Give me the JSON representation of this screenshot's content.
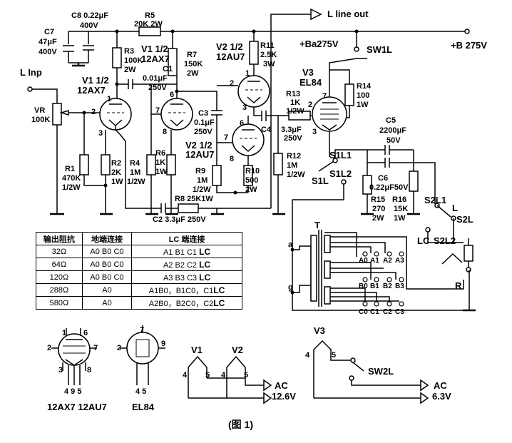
{
  "components": {
    "c7": [
      "C7",
      "47μF",
      "400V"
    ],
    "c8": [
      "C8",
      "0.22μF",
      "400V"
    ],
    "r5": [
      "R5",
      "20K 2W"
    ],
    "r3": [
      "R3",
      "100K",
      "2W"
    ],
    "v1a": [
      "V1 1/2",
      "12AX7"
    ],
    "v1b": [
      "V1 1/2",
      "12AX7"
    ],
    "r7": [
      "R7",
      "150K",
      "2W"
    ],
    "c1": [
      "C1",
      "0.01μF",
      "250V"
    ],
    "v2a": [
      "V2 1/2",
      "12AU7"
    ],
    "v2b": [
      "V2 1/2",
      "12AU7"
    ],
    "r11": [
      "R11",
      "2.5K",
      "3W"
    ],
    "v3": [
      "V3",
      "EL84"
    ],
    "r13": [
      "R13",
      "1K",
      "1/2W"
    ],
    "r14": [
      "R14",
      "100",
      "1W"
    ],
    "c3": [
      "C3",
      "0.1μF",
      "250V"
    ],
    "c4": [
      "C4",
      "3.3μF",
      "250V"
    ],
    "vr": [
      "VR",
      "100K"
    ],
    "r1": [
      "R1",
      "470K",
      "1/2W"
    ],
    "r2": [
      "R2",
      "2K",
      "1W"
    ],
    "r4": [
      "R4",
      "1M",
      "1/2W"
    ],
    "r6": [
      "R6",
      "1K",
      "1W"
    ],
    "r9": [
      "R9",
      "1M",
      "1/2W"
    ],
    "r10": [
      "R10",
      "500",
      "2W"
    ],
    "r12": [
      "R12",
      "1M",
      "1/2W"
    ],
    "r8": "R8 25K1W",
    "c2": "C2  3.3μF 250V",
    "c5": [
      "C5",
      "2200μF",
      "50V"
    ],
    "c6": [
      "C6",
      "0.22μF50V"
    ],
    "r15": [
      "R15",
      "270",
      "2W"
    ],
    "r16": [
      "R16",
      "15K",
      "1W"
    ]
  },
  "labels": {
    "l_line_out": "L  line out",
    "ba275": "+Ba275V",
    "b275": "+B 275V",
    "sw1l": "SW1L",
    "l_inp": "L  Inp",
    "s1l": "S1L",
    "s1l1": "S1L1",
    "s1l2": "S1L2",
    "s2l1": "S2L1",
    "s2l": "S2L",
    "s2l2": "S2L2",
    "lc": "LC",
    "l": "L",
    "r": "R",
    "t": "T",
    "a": "a",
    "g": "g",
    "taps_a": [
      "A0",
      "A1",
      "A2",
      "A3"
    ],
    "taps_b": [
      "B0",
      "B1",
      "B2",
      "B3"
    ],
    "taps_c": [
      "C0",
      "C1",
      "C2",
      "C3"
    ]
  },
  "pins": {
    "v1a": [
      "2",
      "1",
      "3"
    ],
    "v1b": [
      "7",
      "6",
      "8"
    ],
    "v2a": [
      "2",
      "1",
      "3"
    ],
    "v2b": [
      "7",
      "6",
      "8"
    ],
    "v3": [
      "2",
      "7",
      "3"
    ],
    "base_12ax7": [
      "1",
      "6",
      "2",
      "7",
      "3",
      "8"
    ],
    "base_12ax7_heater": "4 9 5",
    "base_el84": [
      "7",
      "2",
      "9"
    ],
    "base_el84_heater": "4 5",
    "heater_v12": [
      "4",
      "5",
      "4",
      "5"
    ],
    "heater_v3": [
      "4",
      "5"
    ]
  },
  "heaters": {
    "v1": "V1",
    "v2": "V2",
    "v3": "V3",
    "ac1": [
      "AC",
      "12.6V"
    ],
    "ac2": [
      "AC",
      "6.3V"
    ],
    "sw2l": "SW2L"
  },
  "tube_bases": {
    "t1": "12AX7  12AU7",
    "t2": "EL84"
  },
  "table": {
    "headers": [
      "输出阻抗",
      "地端连接",
      "LC 端连接"
    ],
    "rows": [
      [
        "32Ω",
        "A0 B0 C0",
        "A1 B1 C1",
        "LC"
      ],
      [
        "64Ω",
        "A0 B0 C0",
        "A2 B2 C2",
        "LC"
      ],
      [
        "120Ω",
        "A0 B0 C0",
        "A3 B3 C3",
        "LC"
      ],
      [
        "288Ω",
        "A0",
        "A1B0，B1C0，C1",
        "LC"
      ],
      [
        "580Ω",
        "A0",
        "A2B0，B2C0，C2",
        "LC"
      ]
    ]
  },
  "caption": "(图  1)"
}
